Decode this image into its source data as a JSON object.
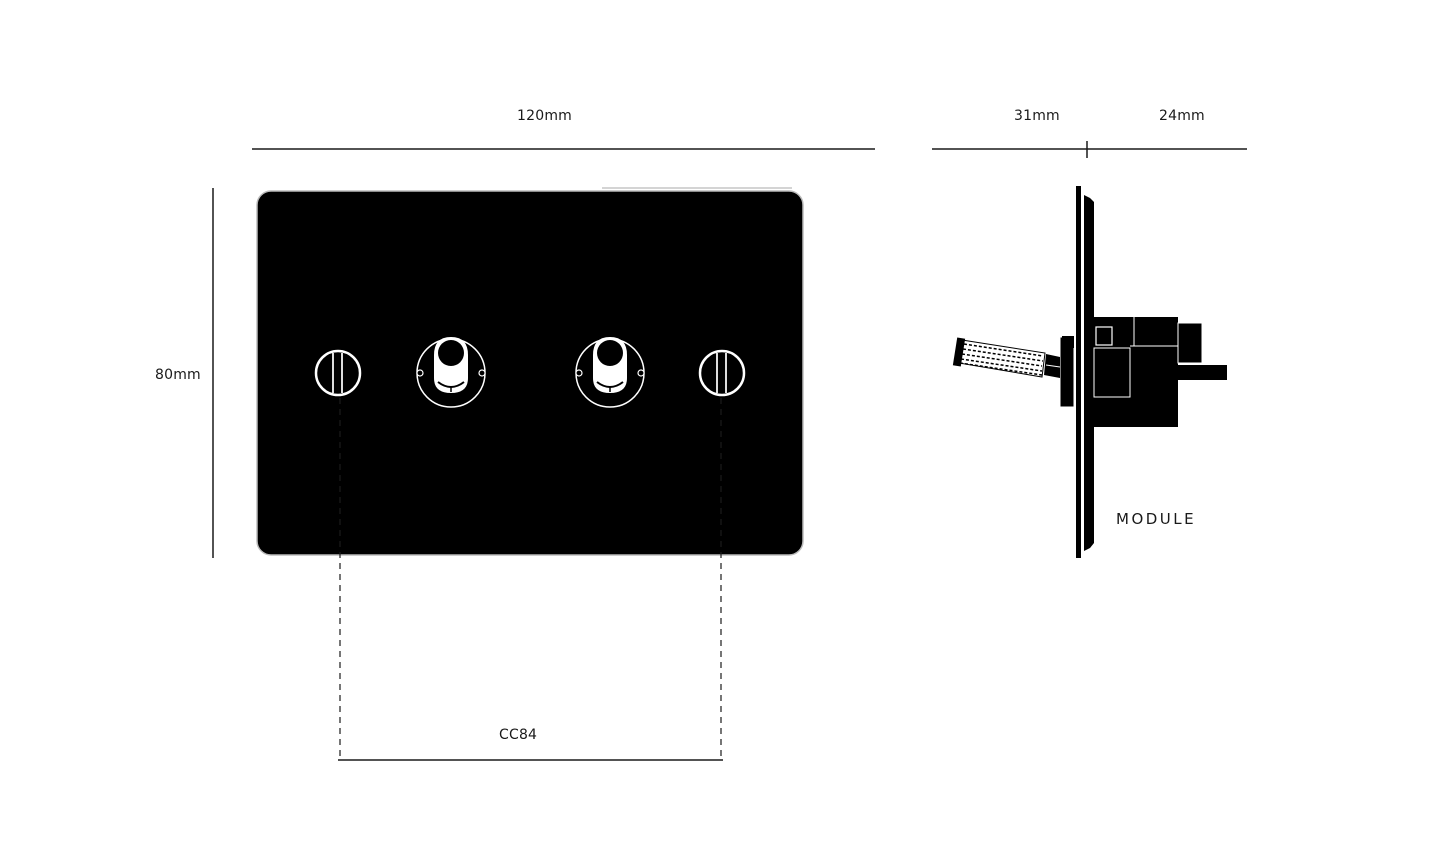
{
  "dimensions": {
    "width": "120mm",
    "height": "80mm",
    "depth_front": "31mm",
    "depth_back": "24mm",
    "center_to_center": "CC84"
  },
  "side_view": {
    "label": "MODULE"
  },
  "front_view": {
    "controls": [
      {
        "type": "screw",
        "position": "left"
      },
      {
        "type": "toggle-switch",
        "position": "center-left"
      },
      {
        "type": "toggle-switch",
        "position": "center-right"
      },
      {
        "type": "screw",
        "position": "right"
      }
    ]
  },
  "colors": {
    "plate": "#000000",
    "line": "#1a1a1a",
    "background": "#ffffff"
  }
}
